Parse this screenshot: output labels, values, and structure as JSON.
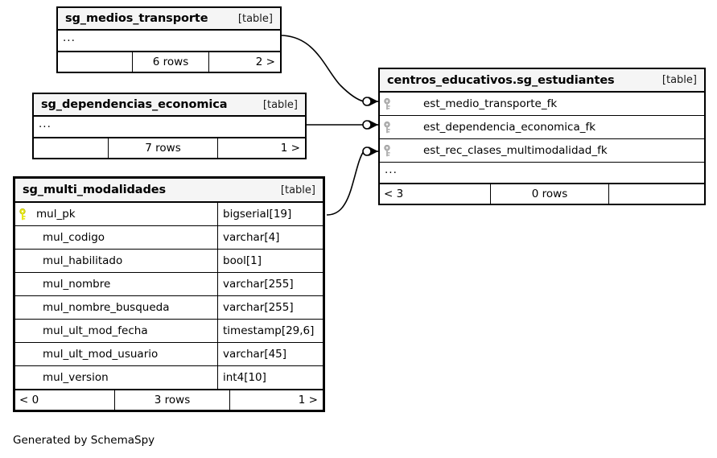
{
  "diagram": {
    "generator_note": "Generated by SchemaSpy",
    "table_tag": "[table]",
    "ellipsis": "...",
    "colors": {
      "pk_key": "#e8e818",
      "fk_key": "#b3b3b3",
      "header_bg": "#f5f5f5",
      "border": "#000000",
      "background": "#ffffff"
    }
  },
  "tables": [
    {
      "id": "sg_medios_transporte",
      "name": "sg_medios_transporte",
      "tag": "[table]",
      "columns": [],
      "has_ellipsis_row": true,
      "footer": {
        "left": "",
        "center": "6 rows",
        "right": "2 >"
      }
    },
    {
      "id": "sg_dependencias_economica",
      "name": "sg_dependencias_economica",
      "tag": "[table]",
      "columns": [],
      "has_ellipsis_row": true,
      "footer": {
        "left": "",
        "center": "7 rows",
        "right": "1 >"
      }
    },
    {
      "id": "sg_multi_modalidades",
      "name": "sg_multi_modalidades",
      "tag": "[table]",
      "columns": [
        {
          "key": "primary",
          "name": "mul_pk",
          "type": "bigserial[19]"
        },
        {
          "key": "none",
          "name": "mul_codigo",
          "type": "varchar[4]"
        },
        {
          "key": "none",
          "name": "mul_habilitado",
          "type": "bool[1]"
        },
        {
          "key": "none",
          "name": "mul_nombre",
          "type": "varchar[255]"
        },
        {
          "key": "none",
          "name": "mul_nombre_busqueda",
          "type": "varchar[255]"
        },
        {
          "key": "none",
          "name": "mul_ult_mod_fecha",
          "type": "timestamp[29,6]"
        },
        {
          "key": "none",
          "name": "mul_ult_mod_usuario",
          "type": "varchar[45]"
        },
        {
          "key": "none",
          "name": "mul_version",
          "type": "int4[10]"
        }
      ],
      "has_ellipsis_row": false,
      "footer": {
        "left": "< 0",
        "center": "3 rows",
        "right": "1 >"
      }
    },
    {
      "id": "centros_educativos.sg_estudiantes",
      "name": "centros_educativos.sg_estudiantes",
      "tag": "[table]",
      "columns": [
        {
          "key": "foreign",
          "name": "est_medio_transporte_fk",
          "type": ""
        },
        {
          "key": "foreign",
          "name": "est_dependencia_economica_fk",
          "type": ""
        },
        {
          "key": "foreign",
          "name": "est_rec_clases_multimodalidad_fk",
          "type": ""
        }
      ],
      "has_ellipsis_row": true,
      "footer": {
        "left": "< 3",
        "center": "0 rows",
        "right": ""
      }
    }
  ],
  "relationships": [
    {
      "from": "sg_medios_transporte",
      "to": "est_medio_transporte_fk"
    },
    {
      "from": "sg_dependencias_economica",
      "to": "est_dependencia_economica_fk"
    },
    {
      "from": "sg_multi_modalidades",
      "to": "est_rec_clases_multimodalidad_fk"
    }
  ]
}
